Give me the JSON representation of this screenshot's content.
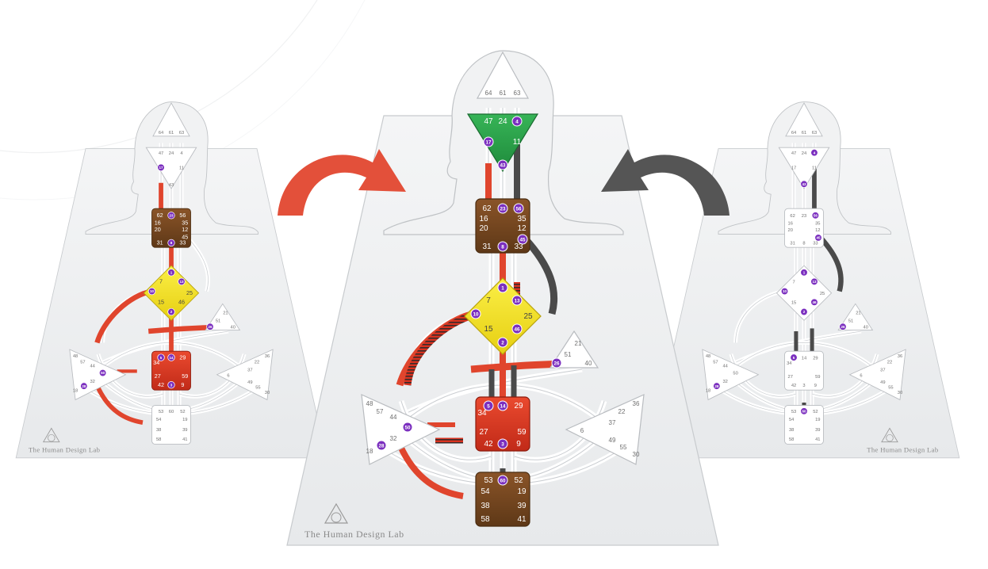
{
  "watermark": {
    "brand": "The Human Design Lab"
  },
  "charts": {
    "left": {
      "head_gates": [
        "64",
        "61",
        "63"
      ],
      "ajna_gates": [
        "47",
        "24",
        "4",
        "17",
        "11",
        "43"
      ],
      "throat_gates": [
        "62",
        "23",
        "56",
        "16",
        "35",
        "20",
        "12",
        "45",
        "31",
        "8",
        "33"
      ],
      "g_gates": [
        "1",
        "7",
        "13",
        "10",
        "15",
        "25",
        "46",
        "2"
      ],
      "ego_gates": [
        "21",
        "51",
        "26",
        "40"
      ],
      "sacral_gates": [
        "5",
        "14",
        "29",
        "34",
        "27",
        "59",
        "42",
        "3",
        "9"
      ],
      "root_gates": [
        "53",
        "60",
        "52",
        "54",
        "19",
        "38",
        "39",
        "58",
        "41"
      ],
      "spleen_gates": [
        "48",
        "57",
        "44",
        "50",
        "32",
        "28",
        "18"
      ],
      "solar_gates": [
        "36",
        "22",
        "37",
        "6",
        "49",
        "55",
        "30"
      ]
    },
    "center": {
      "head_gates": [
        "64",
        "61",
        "63"
      ],
      "ajna_gates": [
        "47",
        "24",
        "4",
        "17",
        "11",
        "43"
      ],
      "throat_gates": [
        "62",
        "23",
        "56",
        "16",
        "35",
        "20",
        "12",
        "45",
        "31",
        "8",
        "33"
      ],
      "g_gates": [
        "1",
        "7",
        "13",
        "10",
        "15",
        "25",
        "46",
        "2"
      ],
      "ego_gates": [
        "21",
        "51",
        "26",
        "40"
      ],
      "sacral_gates": [
        "5",
        "14",
        "29",
        "34",
        "27",
        "59",
        "42",
        "3",
        "9"
      ],
      "root_gates": [
        "53",
        "60",
        "52",
        "54",
        "19",
        "38",
        "39",
        "58",
        "41"
      ],
      "spleen_gates": [
        "48",
        "57",
        "44",
        "50",
        "32",
        "28",
        "18"
      ],
      "solar_gates": [
        "36",
        "22",
        "37",
        "6",
        "49",
        "55",
        "30"
      ]
    },
    "right": {
      "head_gates": [
        "64",
        "61",
        "63"
      ],
      "ajna_gates": [
        "47",
        "24",
        "4",
        "17",
        "11",
        "43"
      ],
      "throat_gates": [
        "62",
        "23",
        "56",
        "16",
        "35",
        "20",
        "12",
        "45",
        "31",
        "8",
        "33"
      ],
      "g_gates": [
        "1",
        "7",
        "13",
        "10",
        "15",
        "25",
        "46",
        "2"
      ],
      "ego_gates": [
        "21",
        "51",
        "26",
        "40"
      ],
      "sacral_gates": [
        "5",
        "14",
        "29",
        "34",
        "27",
        "59",
        "42",
        "3",
        "9"
      ],
      "root_gates": [
        "53",
        "60",
        "52",
        "54",
        "19",
        "38",
        "39",
        "58",
        "41"
      ],
      "spleen_gates": [
        "48",
        "57",
        "44",
        "50",
        "32",
        "28",
        "18"
      ],
      "solar_gates": [
        "36",
        "22",
        "37",
        "6",
        "49",
        "55",
        "30"
      ]
    }
  },
  "colors": {
    "design_red": "#e0452d",
    "personality_black": "#4a4a4a",
    "ajna_green": "#2aa048",
    "throat_brown": "#7a4a22",
    "g_yellow": "#f5e32a",
    "sacral_red": "#d9321f",
    "root_brown": "#6b4220",
    "gate_purple": "#7b2fbf"
  },
  "arrows": {
    "left_arrow": "red-curved-arrow",
    "right_arrow": "dark-curved-arrow"
  }
}
